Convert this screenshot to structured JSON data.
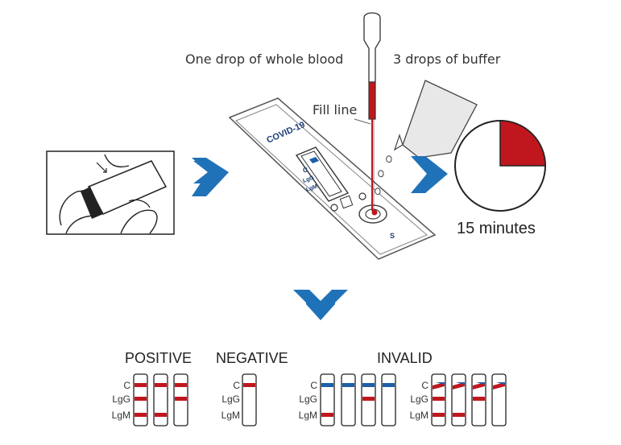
{
  "labels": {
    "blood": "One drop of whole blood",
    "buffer": "3 drops of buffer",
    "fill_line": "Fill line",
    "timer": "15 minutes"
  },
  "cassette": {
    "brand": "COVID-19",
    "lines": [
      "C",
      "LgG",
      "LgM"
    ],
    "sample_well": "S"
  },
  "results": {
    "positive": "POSITIVE",
    "negative": "NEGATIVE",
    "invalid": "INVALID",
    "row_labels": [
      "C",
      "LgG",
      "LgM"
    ]
  },
  "colors": {
    "arrow": "#1f72b8",
    "blood": "#c0171e",
    "control_invalid": "#1f5fa8",
    "timer_fill": "#c0171e"
  },
  "timer_elapsed_fraction": 0.25
}
